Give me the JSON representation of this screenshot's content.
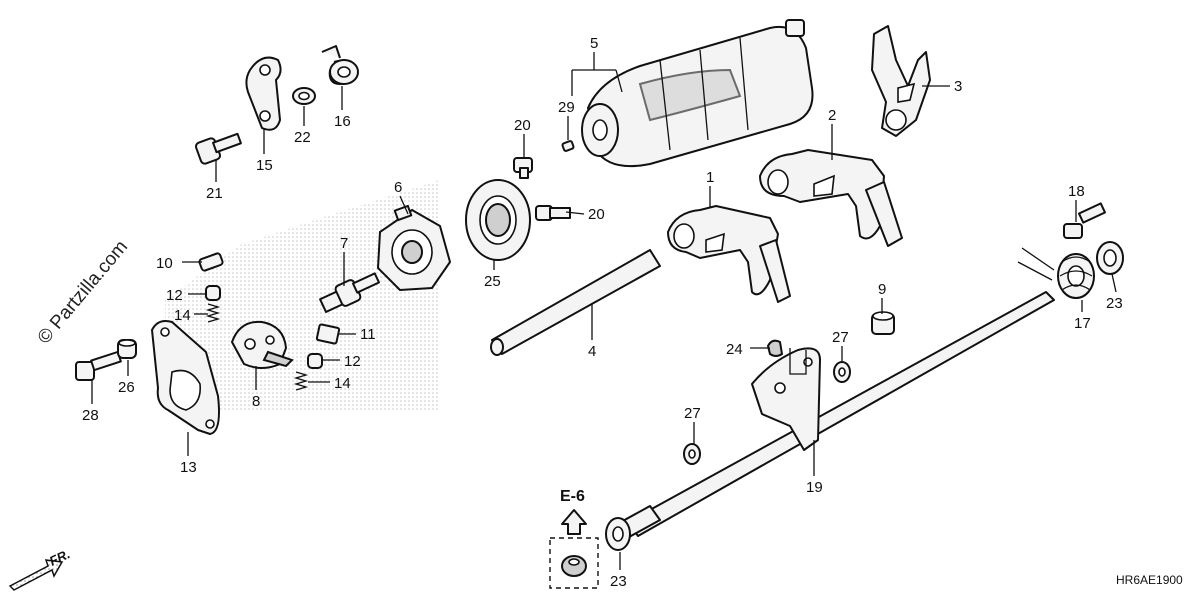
{
  "watermark": {
    "text": "© Partzilla.com",
    "copyright_glyph": "©"
  },
  "diagram_code": "HR6AE1900",
  "reference": {
    "label": "E-6"
  },
  "direction": {
    "label": "FR."
  },
  "callouts": {
    "c1": "1",
    "c2": "2",
    "c3": "3",
    "c4": "4",
    "c5": "5",
    "c6": "6",
    "c7": "7",
    "c8": "8",
    "c9": "9",
    "c10": "10",
    "c11": "11",
    "c12a": "12",
    "c12b": "12",
    "c13": "13",
    "c14a": "14",
    "c14b": "14",
    "c15": "15",
    "c16": "16",
    "c17": "17",
    "c18": "18",
    "c19": "19",
    "c20a": "20",
    "c20b": "20",
    "c21": "21",
    "c22": "22",
    "c23a": "23",
    "c23b": "23",
    "c24": "24",
    "c25": "25",
    "c26": "26",
    "c27a": "27",
    "c27b": "27",
    "c28": "28",
    "c29": "29"
  },
  "colors": {
    "line": "#111111",
    "background": "#ffffff",
    "hatch": "#bbbbbb"
  }
}
